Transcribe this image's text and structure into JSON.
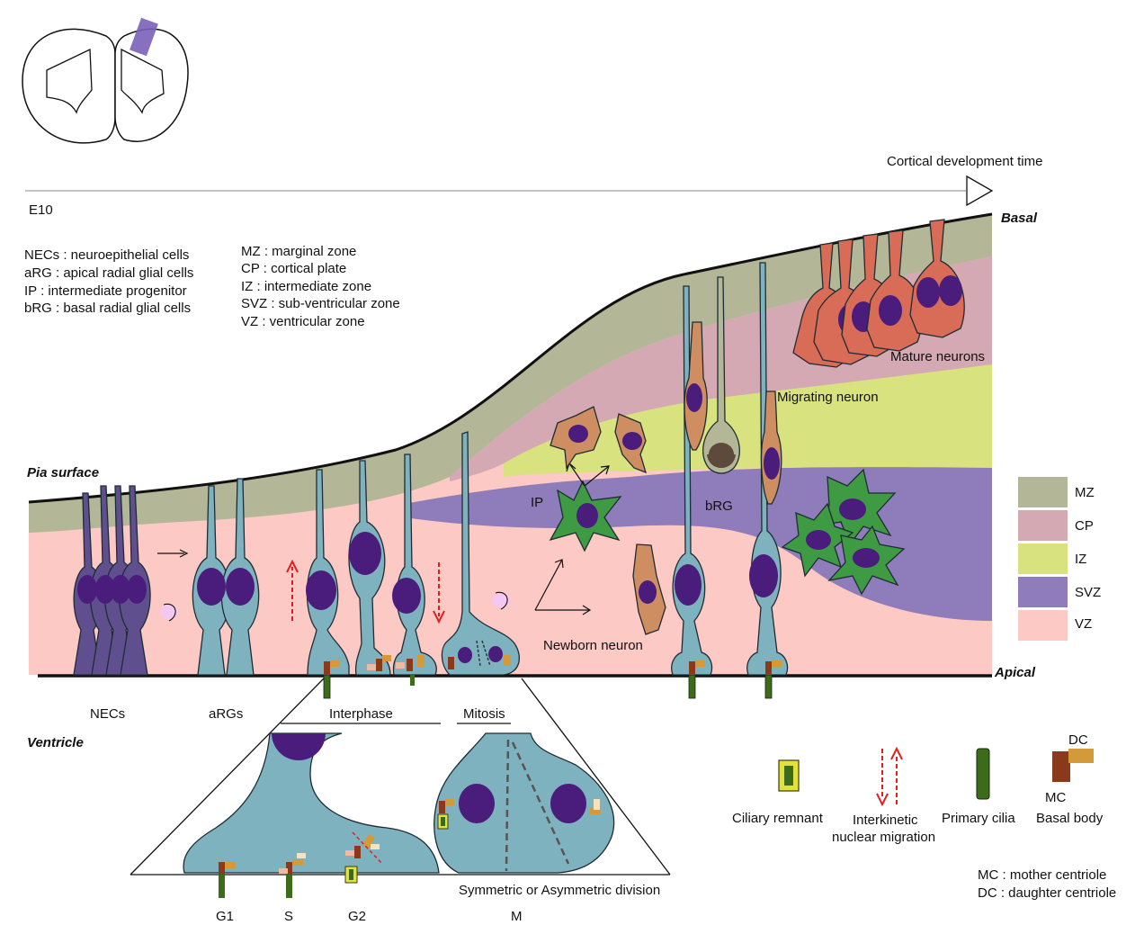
{
  "timeline": {
    "start_label": "E10",
    "title": "Cortical development time"
  },
  "surfaces": {
    "basal": "Basal",
    "apical": "Apical",
    "pia": "Pia surface",
    "ventricle": "Ventricle"
  },
  "abbreviations_cells": [
    "NECs : neuroepithelial cells",
    "aRG : apical radial glial cells",
    "IP : intermediate progenitor",
    "bRG : basal radial glial cells"
  ],
  "abbreviations_zones": [
    "MZ : marginal zone",
    "CP : cortical plate",
    "IZ : intermediate zone",
    "SVZ : sub-ventricular zone",
    "VZ : ventricular zone"
  ],
  "cell_labels": {
    "necs": "NECs",
    "args": "aRGs",
    "ip": "IP",
    "brg": "bRG",
    "newborn": "Newborn neuron",
    "migrating": "Migrating neuron",
    "mature": "Mature neurons"
  },
  "phases": {
    "interphase": "Interphase",
    "mitosis": "Mitosis",
    "g1": "G1",
    "s": "S",
    "g2": "G2",
    "m": "M",
    "division": "Symmetric or Asymmetric division"
  },
  "zone_legend": [
    {
      "label": "MZ",
      "color": "#b4b797"
    },
    {
      "label": "CP",
      "color": "#d4a9b3"
    },
    {
      "label": "IZ",
      "color": "#d8e27e"
    },
    {
      "label": "SVZ",
      "color": "#8f7cba"
    },
    {
      "label": "VZ",
      "color": "#fdc9c4"
    }
  ],
  "symbol_legend": {
    "ciliary_remnant": "Ciliary remnant",
    "inm_line1": "Interkinetic",
    "inm_line2": "nuclear migration",
    "primary_cilia": "Primary cilia",
    "basal_body": "Basal body",
    "mc": "MC",
    "dc": "DC"
  },
  "footnotes": [
    "MC : mother centriole",
    "DC : daughter centriole"
  ],
  "colors": {
    "progenitor": "#7fb2bf",
    "nec": "#5f4f8e",
    "nucleus": "#4a1c7c",
    "neuron": "#cf8d62",
    "ip": "#3f9a44",
    "mature": "#d96c56",
    "cilia": "#3c6b1a",
    "mother_centriole": "#8a3a1a",
    "daughter_centriole": "#d49a3a",
    "highlight": "#7a62b8",
    "inm_arrow": "#e02020"
  },
  "icons": [
    "brain-section-icon",
    "timeline-arrow-icon",
    "curved-arrow-icon",
    "basal-body-icon",
    "primary-cilia-icon",
    "ciliary-remnant-icon"
  ]
}
